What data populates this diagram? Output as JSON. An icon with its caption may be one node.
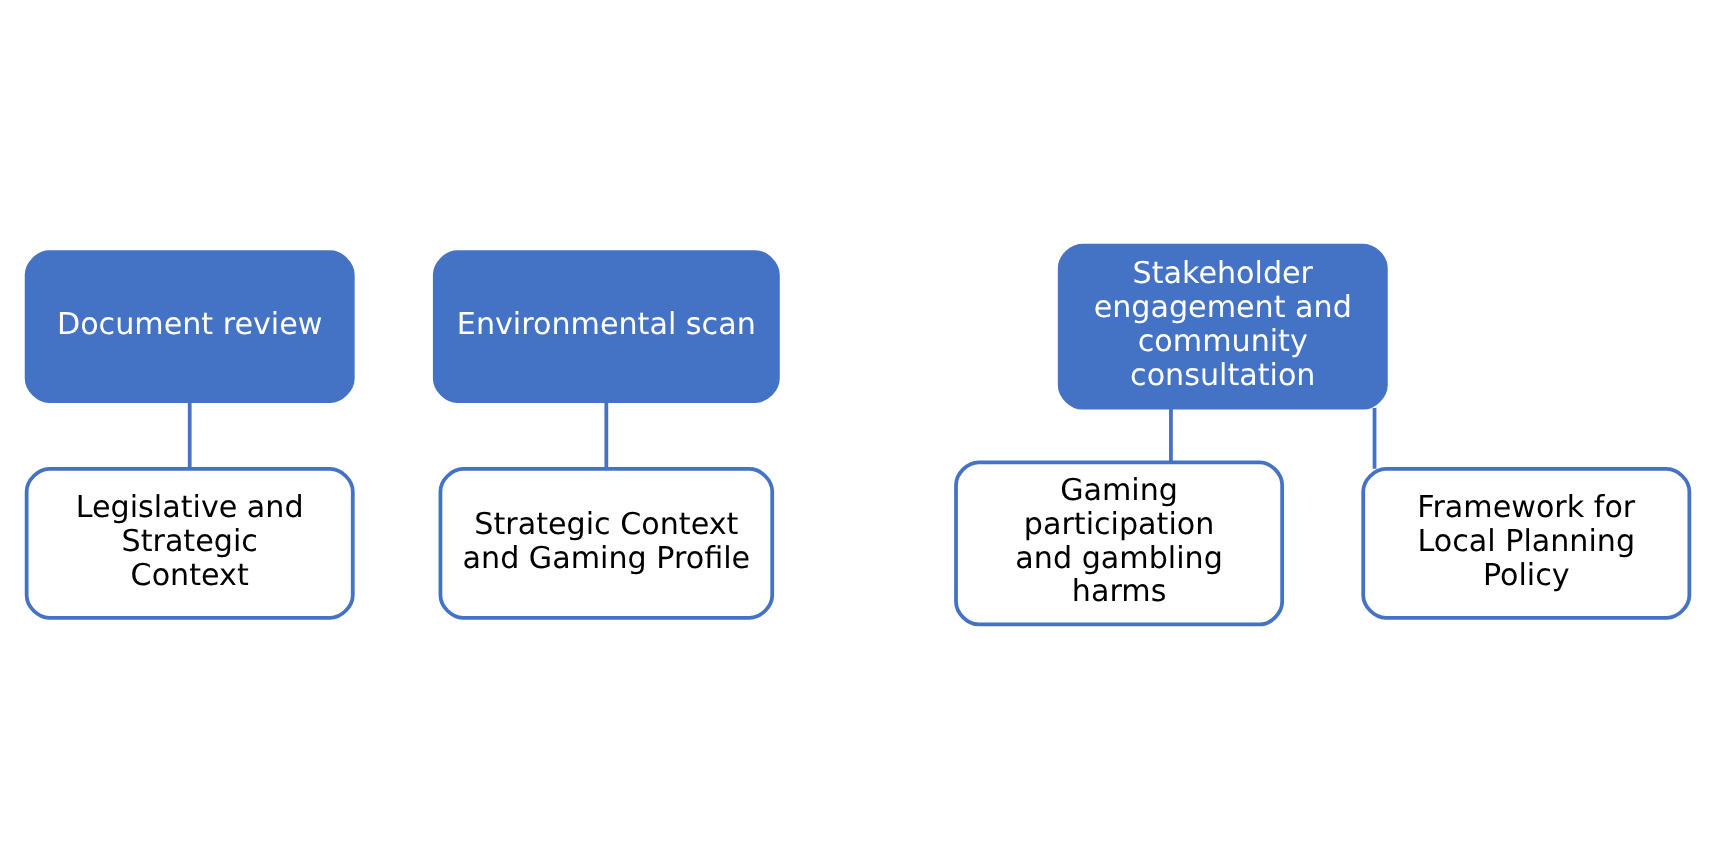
{
  "diagram": {
    "nodes": [
      {
        "text": [
          "Document review"
        ]
      },
      {
        "text": [
          "Legislative and Strategic Context"
        ]
      },
      {
        "text": [
          "Environmental scan"
        ]
      },
      {
        "text": [
          "Strategic Context and Gaming Profile"
        ]
      },
      {
        "text": [
          "Stakeholder engagement and community consultation"
        ]
      },
      {
        "text": [
          "Gaming participation and gambling harms"
        ]
      },
      {
        "text": [
          "Framework for Local Planning Policy"
        ]
      }
    ],
    "edges": [
      {
        "from": 0,
        "to": 1,
        "arrow": "none"
      },
      {
        "from": 2,
        "to": 3,
        "arrow": "none"
      },
      {
        "from": 4,
        "to": 5,
        "arrow": "none"
      },
      {
        "from": 4,
        "to": 6,
        "arrow": "none"
      }
    ]
  }
}
